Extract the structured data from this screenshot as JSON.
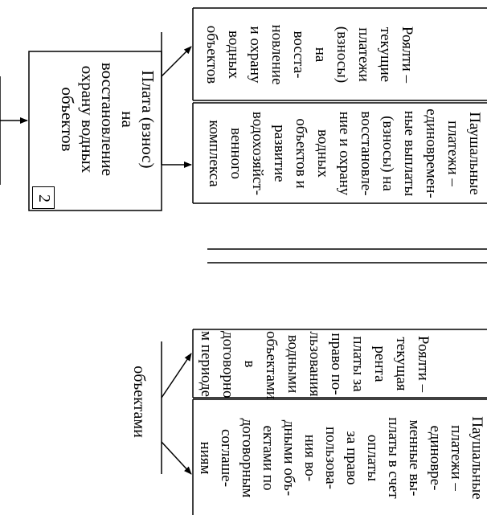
{
  "main_box": {
    "number": "2",
    "lines": [
      "Плата (взнос)",
      "на",
      "восстановление",
      "охрану водных",
      "объектов"
    ]
  },
  "top_branch": {
    "left_box": {
      "lines": [
        "Паушальные",
        "платежи –",
        "единовремен-",
        "ные выплаты",
        "(взносы) на",
        "восстановле-",
        "ние и охрану",
        "водных",
        "объектов и",
        "развитие",
        "водохозяйст-",
        "венного",
        "комплекса"
      ]
    },
    "right_box": {
      "lines": [
        "Роялти –",
        "текущие",
        "платежи",
        "(взносы)",
        "на",
        "восста-",
        "новление",
        "и охрану",
        "водных",
        "объектов"
      ]
    }
  },
  "bottom_branch": {
    "header_lines": [
      "объектами"
    ],
    "left_box": {
      "lines": [
        "Паушальные",
        "платежи –",
        "единовре-",
        "менные вы-",
        "платы в счет",
        "оплаты",
        "за право",
        "пользова-",
        "ния во-",
        "дными объ-",
        "ектами по",
        "договорным",
        "соглаше-",
        "ниям"
      ]
    },
    "right_box": {
      "lines": [
        "Роялти –",
        "текущая",
        "рента",
        "платы за",
        "право по-",
        "льзования",
        "водными",
        "объектами",
        "в",
        "договорно",
        "м периоде"
      ]
    }
  }
}
